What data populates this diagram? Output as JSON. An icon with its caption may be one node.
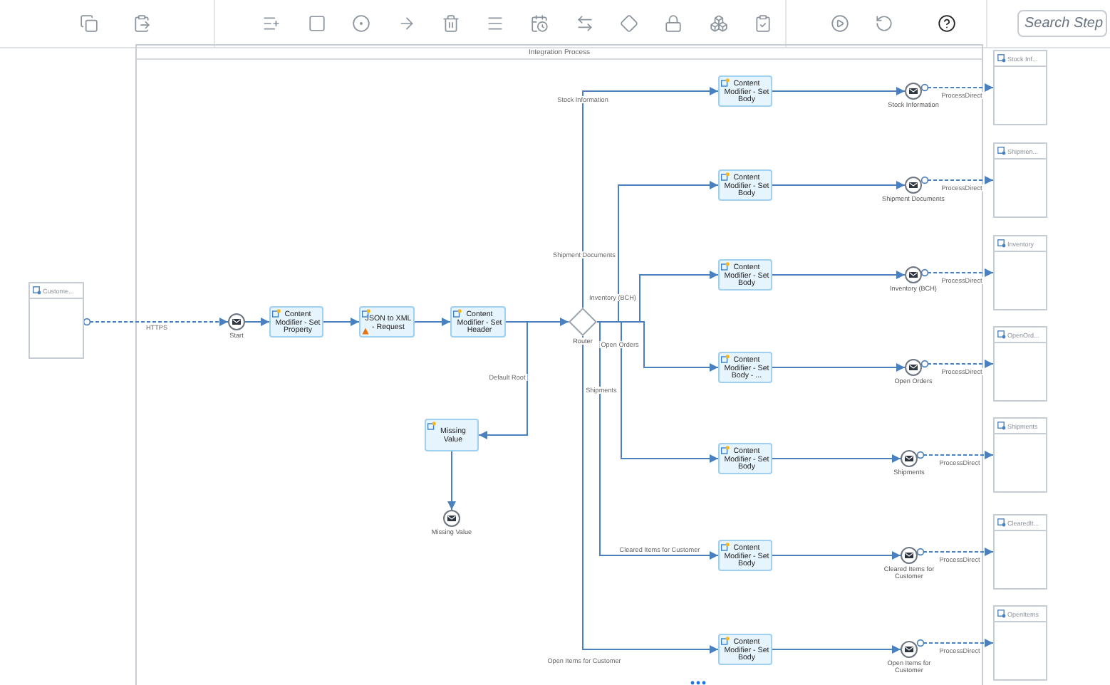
{
  "diagram": {
    "nodes": [
      {
        "text": [
          "Integration Process"
        ]
      },
      {
        "text": [
          "Custome..."
        ]
      },
      {
        "text": [
          "Start"
        ],
        "in": 0
      },
      {
        "text": [
          "Content Modifier - Set Property"
        ],
        "in": 0
      },
      {
        "text": [
          "JSON to XML - Request"
        ],
        "in": 0
      },
      {
        "text": [
          "Content Modifier - Set Header"
        ],
        "in": 0
      },
      {
        "text": [
          "Router"
        ],
        "in": 0
      },
      {
        "text": [
          "Missing Value"
        ],
        "in": 0
      },
      {
        "text": [
          "Missing Value"
        ],
        "in": 0
      },
      {
        "text": [
          "Content Modifier - Set Body"
        ],
        "in": 0
      },
      {
        "text": [
          "Content Modifier - Set Body"
        ],
        "in": 0
      },
      {
        "text": [
          "Content Modifier - Set Body"
        ],
        "in": 0
      },
      {
        "text": [
          "Content Modifier - Set Body - ..."
        ],
        "in": 0
      },
      {
        "text": [
          "Content Modifier - Set Body"
        ],
        "in": 0
      },
      {
        "text": [
          "Content Modifier - Set Body"
        ],
        "in": 0
      },
      {
        "text": [
          "Content Modifier - Set Body"
        ],
        "in": 0
      },
      {
        "text": [
          "Stock Information"
        ],
        "in": 0
      },
      {
        "text": [
          "Shipment Documents"
        ],
        "in": 0
      },
      {
        "text": [
          "Inventory (BCH)"
        ],
        "in": 0
      },
      {
        "text": [
          "Open Orders"
        ],
        "in": 0
      },
      {
        "text": [
          "Shipments"
        ],
        "in": 0
      },
      {
        "text": [
          "Cleared Items for Customer"
        ],
        "in": 0
      },
      {
        "text": [
          "Open Items for Customer"
        ],
        "in": 0
      },
      {
        "text": [
          "Stock Inf..."
        ]
      },
      {
        "text": [
          "Shipmen..."
        ]
      },
      {
        "text": [
          "Inventory"
        ]
      },
      {
        "text": [
          "OpenOrd..."
        ]
      },
      {
        "text": [
          "Shipments"
        ]
      },
      {
        "text": [
          "ClearedIt..."
        ]
      },
      {
        "text": [
          "OpenItems"
        ]
      }
    ],
    "edges": [
      {
        "from": 1,
        "to": 2,
        "arrow": "to",
        "label": "HTTPS",
        "style": "dashed"
      },
      {
        "from": 2,
        "to": 3,
        "arrow": "to"
      },
      {
        "from": 3,
        "to": 4,
        "arrow": "to"
      },
      {
        "from": 4,
        "to": 5,
        "arrow": "to"
      },
      {
        "from": 5,
        "to": 6,
        "arrow": "to"
      },
      {
        "from": 6,
        "to": 9,
        "arrow": "to",
        "label": "Stock Information"
      },
      {
        "from": 6,
        "to": 10,
        "arrow": "to",
        "label": "Shipment Documents"
      },
      {
        "from": 6,
        "to": 11,
        "arrow": "to",
        "label": "Inventory (BCH)"
      },
      {
        "from": 6,
        "to": 12,
        "arrow": "to",
        "label": "Open Orders"
      },
      {
        "from": 6,
        "to": 13,
        "arrow": "to",
        "label": "Shipments"
      },
      {
        "from": 6,
        "to": 14,
        "arrow": "to",
        "label": "Cleared Items for Customer"
      },
      {
        "from": 6,
        "to": 15,
        "arrow": "to",
        "label": "Open Items for Customer"
      },
      {
        "from": 6,
        "to": 7,
        "arrow": "to",
        "label": "Default Root"
      },
      {
        "from": 7,
        "to": 8,
        "arrow": "to"
      },
      {
        "from": 9,
        "to": 16,
        "arrow": "to"
      },
      {
        "from": 10,
        "to": 17,
        "arrow": "to"
      },
      {
        "from": 11,
        "to": 18,
        "arrow": "to"
      },
      {
        "from": 12,
        "to": 19,
        "arrow": "to"
      },
      {
        "from": 13,
        "to": 20,
        "arrow": "to"
      },
      {
        "from": 14,
        "to": 21,
        "arrow": "to"
      },
      {
        "from": 15,
        "to": 22,
        "arrow": "to"
      },
      {
        "from": 16,
        "to": 23,
        "arrow": "to",
        "label": "ProcessDirect",
        "style": "dashed"
      },
      {
        "from": 17,
        "to": 24,
        "arrow": "to",
        "label": "ProcessDirect",
        "style": "dashed"
      },
      {
        "from": 18,
        "to": 25,
        "arrow": "to",
        "label": "ProcessDirect",
        "style": "dashed"
      },
      {
        "from": 19,
        "to": 26,
        "arrow": "to",
        "label": "ProcessDirect",
        "style": "dashed"
      },
      {
        "from": 20,
        "to": 27,
        "arrow": "to",
        "label": "ProcessDirect",
        "style": "dashed"
      },
      {
        "from": 21,
        "to": 28,
        "arrow": "to",
        "label": "ProcessDirect",
        "style": "dashed"
      },
      {
        "from": 22,
        "to": 29,
        "arrow": "to",
        "label": "ProcessDirect",
        "style": "dashed"
      }
    ],
    "labels": [
      "Search Step"
    ]
  }
}
